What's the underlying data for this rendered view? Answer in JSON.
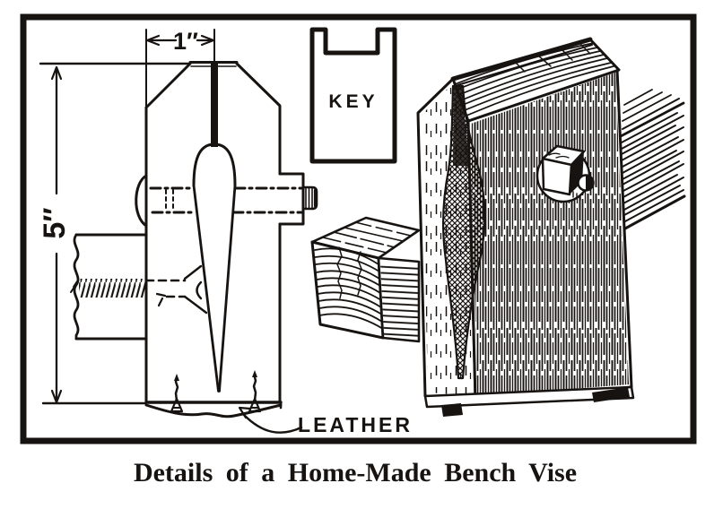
{
  "figure": {
    "caption": "Details of a Home-Made Bench Vise",
    "dimensions": {
      "jaw_width": "1″",
      "jaw_height": "5″"
    },
    "labels": {
      "key": "KEY",
      "leather": "LEATHER"
    },
    "colors": {
      "ink": "#171310",
      "paper": "#ffffff"
    }
  }
}
